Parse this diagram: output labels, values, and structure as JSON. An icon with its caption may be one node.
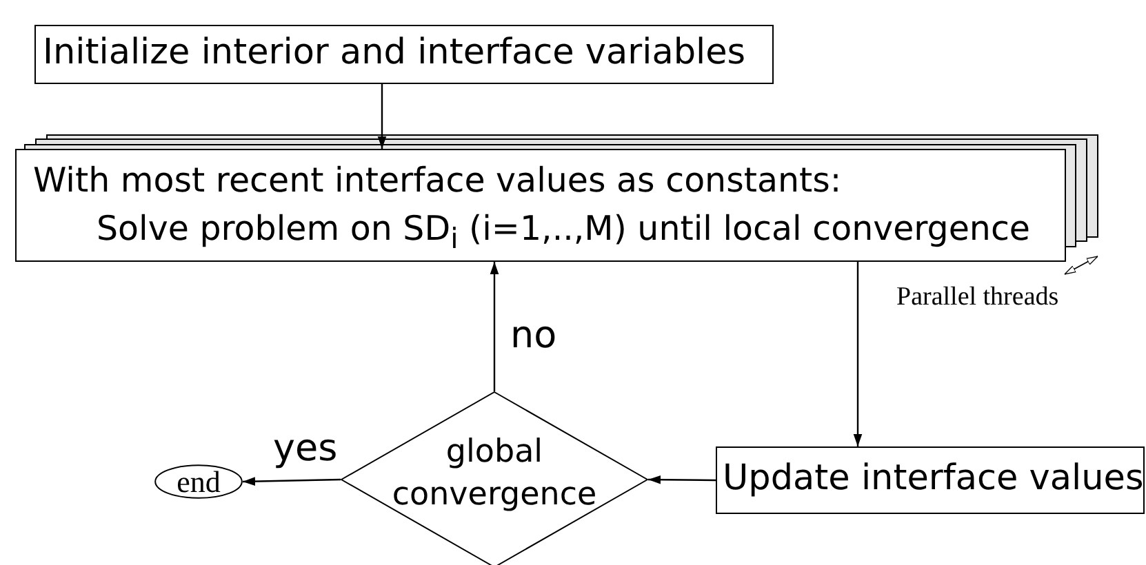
{
  "diagram": {
    "nodes": [
      {
        "text": [
          "Initialize interior and interface variables"
        ]
      },
      {
        "text": [
          "With most recent interface values as constants:",
          "Solve problem on SD$_{i}$ (i=1,..,M) until local convergence"
        ]
      },
      {
        "text": [
          "Update interface values"
        ]
      },
      {
        "text": [
          "global convergence"
        ]
      },
      {
        "text": [
          "end"
        ]
      }
    ],
    "edges": [
      {
        "from": 0,
        "to": 1,
        "arrow": "to"
      },
      {
        "from": 1,
        "to": 2,
        "arrow": "to"
      },
      {
        "from": 2,
        "to": 3,
        "arrow": "to"
      },
      {
        "from": 3,
        "to": 1,
        "arrow": "to",
        "label": "no"
      },
      {
        "from": 3,
        "to": 4,
        "arrow": "to",
        "label": "yes"
      }
    ],
    "labels": [
      "Parallel threads"
    ]
  }
}
